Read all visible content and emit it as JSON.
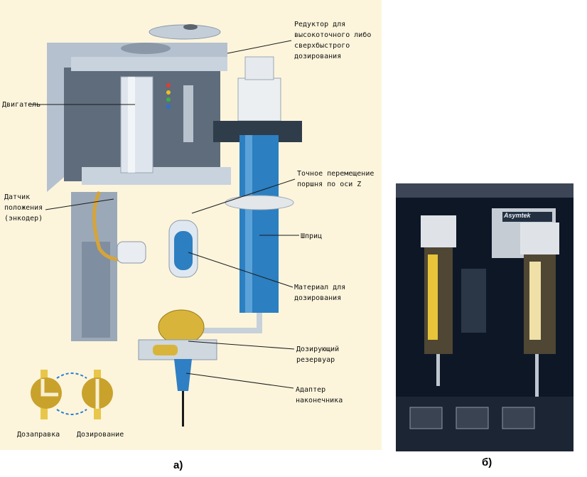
{
  "labels": {
    "reducer": "Редуктор для\nвысокоточного либо\nсверхбыстрого\nдозирования",
    "motor": "Двигатель",
    "piston": "Точное перемещение\nпоршня по оси Z",
    "encoder": "Датчик\nположения\n(энкодер)",
    "syringe": "Шприц",
    "material": "Материал для\nдозирования",
    "reservoir": "Дозирующий\nрезервуар",
    "adapter": "Адаптер\nнаконечника",
    "refill": "Дозаправка",
    "dispense": "Дозирование"
  },
  "captions": {
    "a": "а)",
    "b": "б)"
  },
  "photo": {
    "brand": "Asymtek"
  },
  "colors": {
    "background": "#fcf5dc",
    "frame": "#a9b6c5",
    "syringe": "#2c7fc1",
    "valve": "#d8b43a"
  }
}
